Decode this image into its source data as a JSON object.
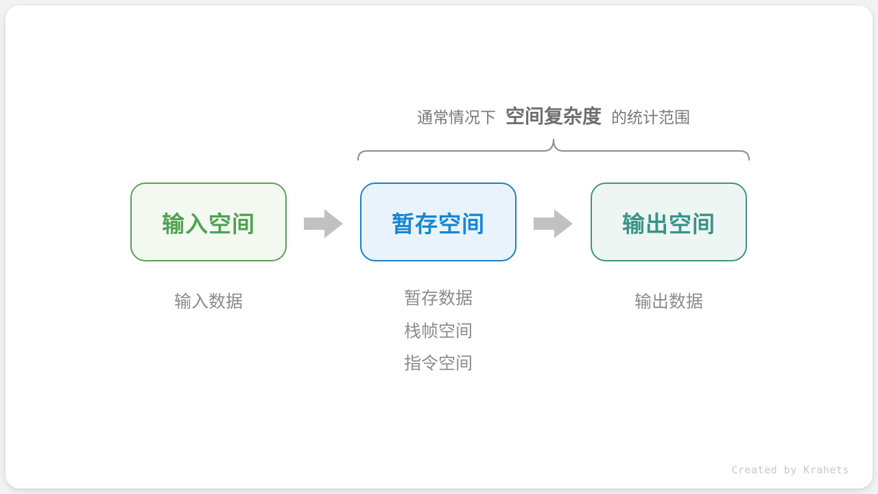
{
  "diagram": {
    "title": {
      "prefix": "通常情况下",
      "highlight": "空间复杂度",
      "suffix": "的统计范围"
    },
    "boxes": [
      {
        "id": "input-space",
        "label": "输入空间"
      },
      {
        "id": "temp-space",
        "label": "暂存空间"
      },
      {
        "id": "output-space",
        "label": "输出空间"
      }
    ],
    "notes": {
      "input": [
        "输入数据"
      ],
      "temp": [
        "暂存数据",
        "栈帧空间",
        "指令空间"
      ],
      "output": [
        "输出数据"
      ]
    },
    "credit": "Created by Krahets"
  },
  "colors": {
    "page_background": "#f1f2f3",
    "card_background": "#ffffff",
    "title_text": "#787878",
    "title_highlight_text": "#6e6e6e",
    "note_text": "#8c8c8c",
    "brace_stroke": "#8a8a8a",
    "arrow_fill": "#c1c1c1",
    "input_box": {
      "border": "#5c9e57",
      "background": "#f3f9f0",
      "text": "#50a254"
    },
    "temp_box": {
      "border": "#1b7ec8",
      "background": "#e9f3fc",
      "text": "#1786d6"
    },
    "output_box": {
      "border": "#3e9187",
      "background": "#edf6f2",
      "text": "#3a9389"
    },
    "credit_text": "#c9c9c9"
  }
}
